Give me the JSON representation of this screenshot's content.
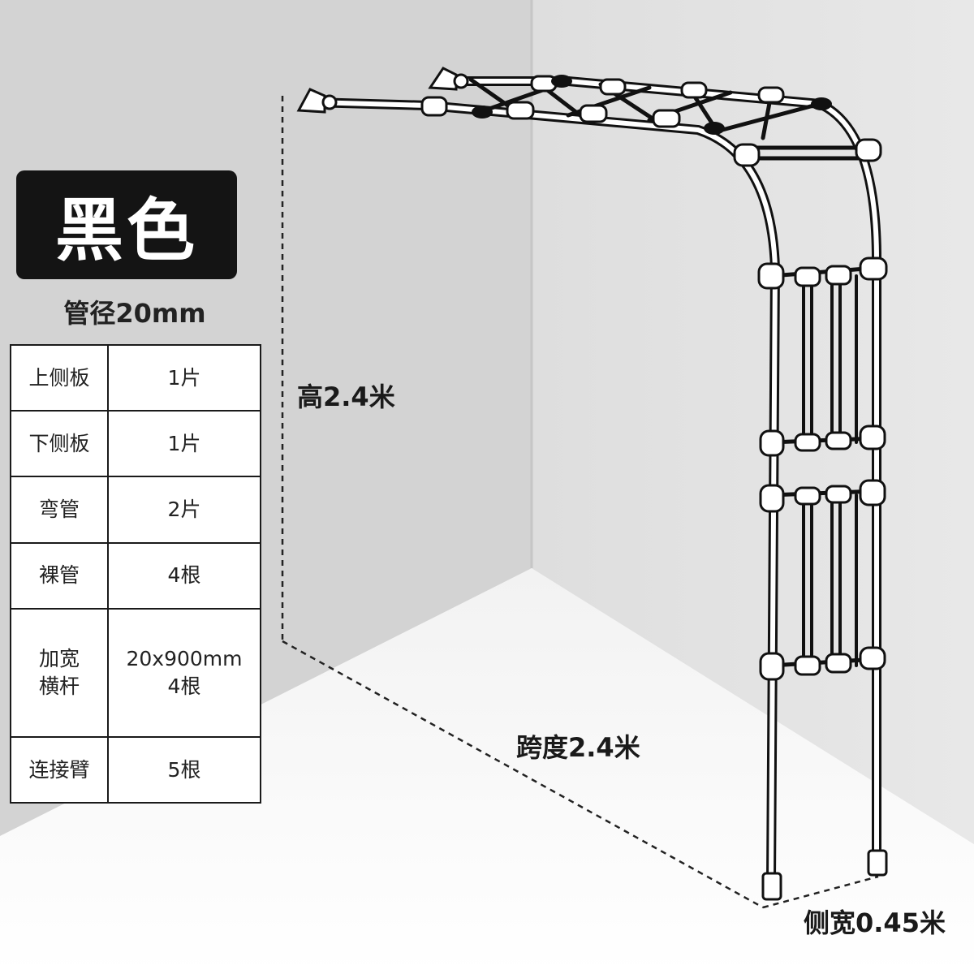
{
  "product": {
    "color_label": "黑色",
    "pipe_diameter": "管径20mm"
  },
  "parts": [
    {
      "name": "上侧板",
      "qty": "1片"
    },
    {
      "name": "下侧板",
      "qty": "1片"
    },
    {
      "name": "弯管",
      "qty": "2片"
    },
    {
      "name": "裸管",
      "qty": "4根"
    },
    {
      "name": "加宽\n横杆",
      "qty": "20x900mm\n4根"
    },
    {
      "name": "连接臂",
      "qty": "5根"
    }
  ],
  "dimensions": {
    "height": "高2.4米",
    "span": "跨度2.4米",
    "side_width": "侧宽0.45米"
  },
  "colors": {
    "wall_left": "#d4d4d4",
    "wall_right": "#e4e4e4",
    "floor": "#f7f7f7",
    "badge": "#141414",
    "frame": "#111111"
  }
}
